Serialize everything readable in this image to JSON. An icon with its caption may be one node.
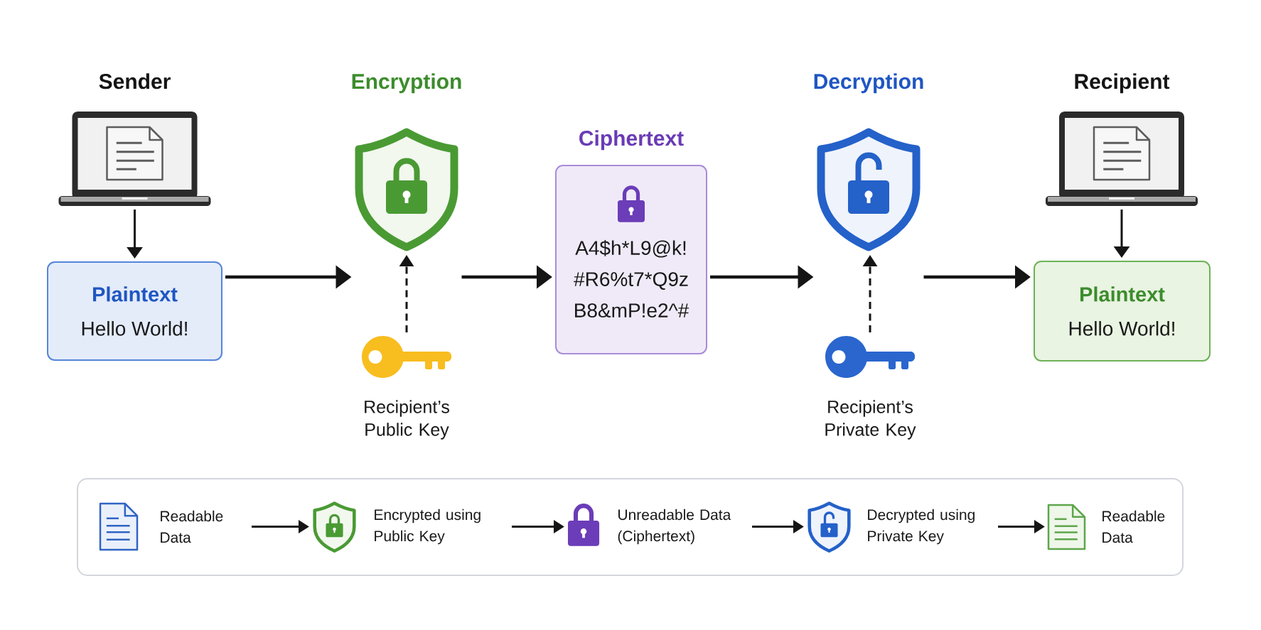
{
  "diagram": {
    "nodes": [
      {
        "text": [
          "Sender"
        ]
      },
      {
        "text": [
          "Plaintext",
          "Hello World!"
        ]
      },
      {
        "text": [
          "Encryption"
        ]
      },
      {
        "text": [],
        "shape": "picture",
        "beside": [
          "Recipient’s Public Key"
        ]
      },
      {
        "text": [
          "Ciphertext",
          "A4$h*L9@k!",
          "#R6%t7*Q9z",
          "B8&mP!e2^#"
        ]
      },
      {
        "text": [
          "Decryption"
        ]
      },
      {
        "text": [],
        "shape": "picture",
        "beside": [
          "Recipient’s Private Key"
        ]
      },
      {
        "text": [
          "Recipient"
        ]
      },
      {
        "text": [
          "Plaintext",
          "Hello World!"
        ]
      },
      {
        "text": [],
        "shape": "box"
      },
      {
        "text": [
          "Readable Data"
        ],
        "in": 9
      },
      {
        "text": [
          "Encrypted using Public Key"
        ],
        "in": 9
      },
      {
        "text": [
          "Unreadable Data (Ciphertext)"
        ],
        "in": 9
      },
      {
        "text": [
          "Decrypted using Private Key"
        ],
        "in": 9
      },
      {
        "text": [
          "Readable Data"
        ],
        "in": 9
      }
    ],
    "edges": [
      {
        "from": 0,
        "to": 1,
        "arrow": "to"
      },
      {
        "from": 1,
        "to": 2,
        "arrow": "to"
      },
      {
        "from": 3,
        "to": 2,
        "arrow": "to",
        "style": "dashed"
      },
      {
        "from": 2,
        "to": 4,
        "arrow": "to"
      },
      {
        "from": 4,
        "to": 5,
        "arrow": "to"
      },
      {
        "from": 6,
        "to": 5,
        "arrow": "to",
        "style": "dashed"
      },
      {
        "from": 5,
        "to": 8,
        "arrow": "to"
      },
      {
        "from": 7,
        "to": 8,
        "arrow": "to"
      },
      {
        "from": 10,
        "to": 11,
        "arrow": "to"
      },
      {
        "from": 11,
        "to": 12,
        "arrow": "to"
      },
      {
        "from": 12,
        "to": 13,
        "arrow": "to"
      },
      {
        "from": 13,
        "to": 14,
        "arrow": "to"
      }
    ]
  }
}
